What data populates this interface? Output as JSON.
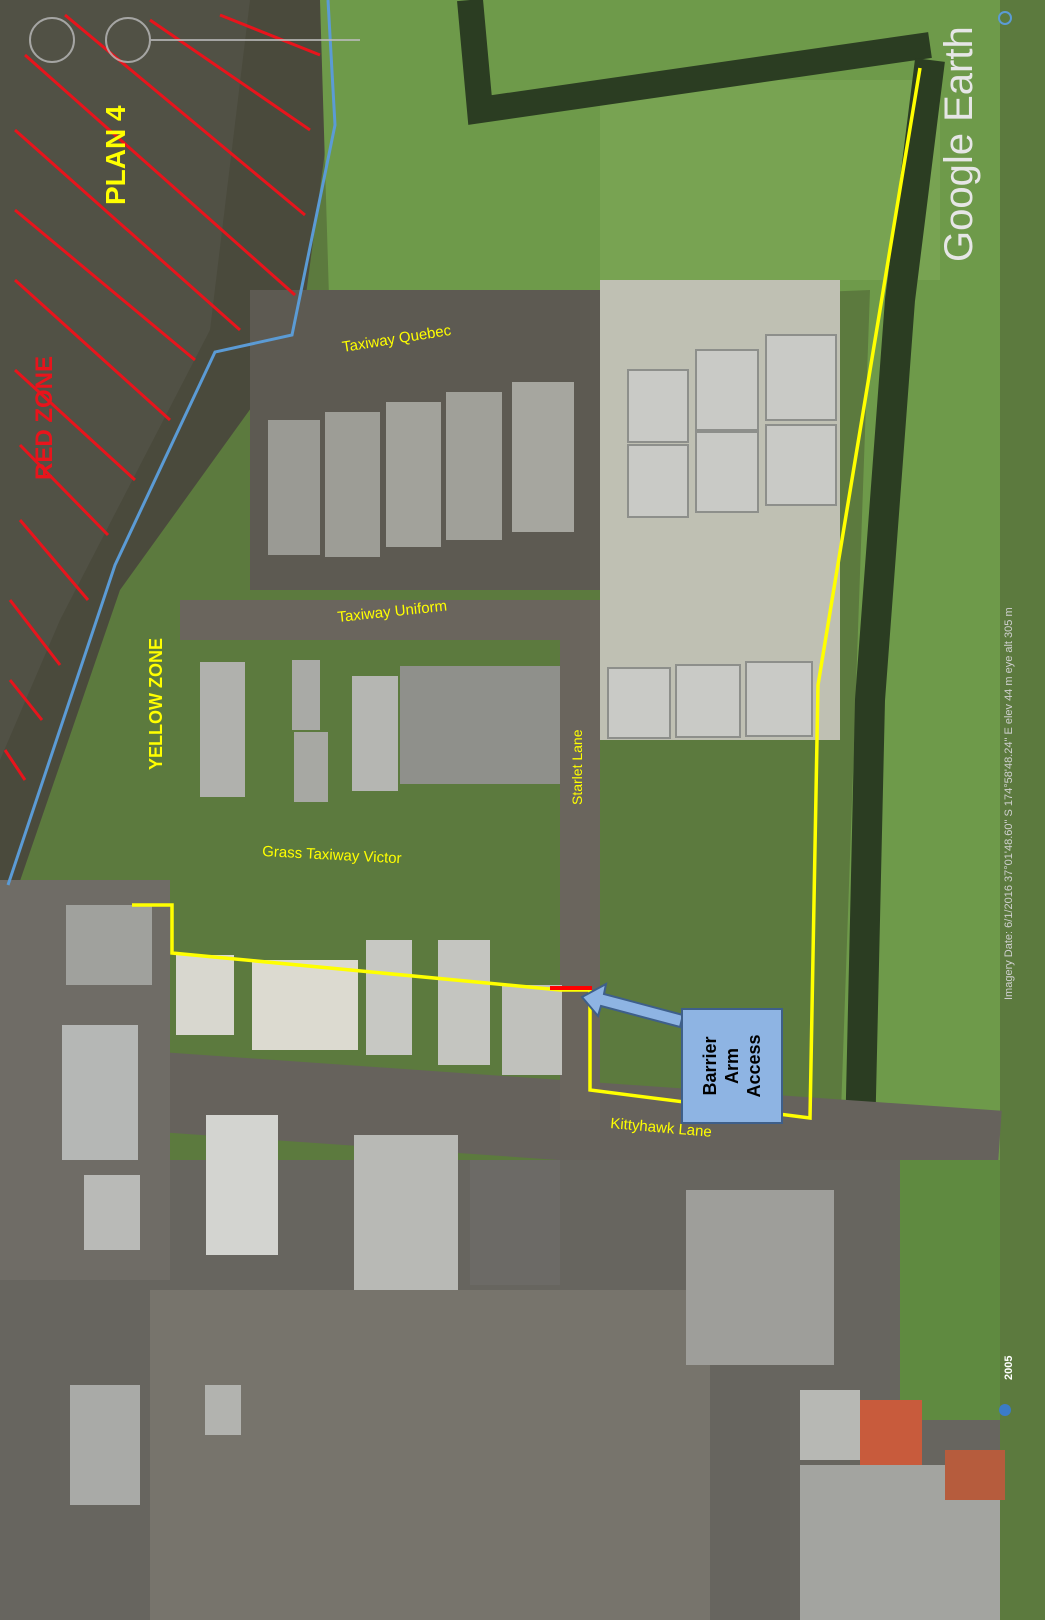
{
  "map": {
    "zone_labels": {
      "red_zone": "RED ZONE",
      "plan": "PLAN 4",
      "yellow_zone": "YELLOW ZONE"
    },
    "taxiways": {
      "quebec": "Taxiway Quebec",
      "uniform": "Taxiway Uniform",
      "victor": "Grass Taxiway Victor",
      "starlet": "Starlet Lane",
      "kittyhawk": "Kittyhawk Lane"
    },
    "callout": {
      "line1": "Barrier",
      "line2": "Arm",
      "line3": "Access"
    },
    "google_earth": {
      "logo": "Google Earth",
      "status": "Imagery Date: 6/1/2016     37°01'48.60\" S  174°58'48.24\" E  elev   44 m     eye alt   305 m",
      "year": "2005"
    },
    "colors": {
      "red_zone": "#e8141c",
      "yellow_zone": "#ffff00",
      "boundary_blue": "#5b9bd5",
      "callout_fill": "#8eb4e3",
      "barrier": "#ff0000"
    }
  }
}
